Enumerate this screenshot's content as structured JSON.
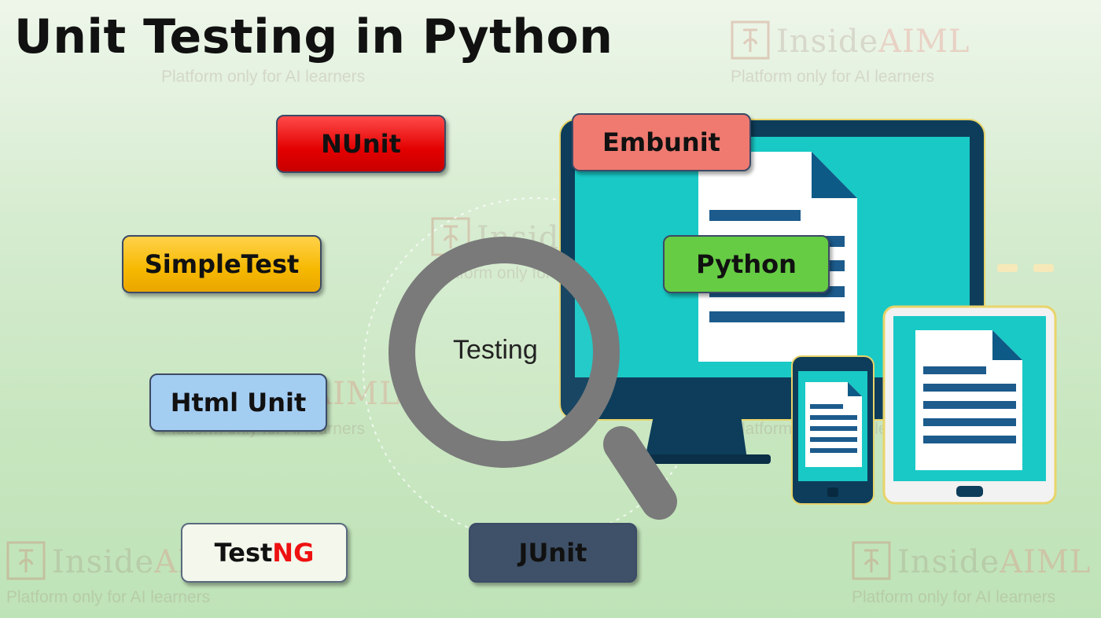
{
  "title": "Unit Testing in Python",
  "watermark": {
    "brand_inside": "Inside",
    "brand_aiml": "AIML",
    "tagline": "Platform only for AI learners"
  },
  "tools": {
    "nunit": "NUnit",
    "embunit": "Embunit",
    "simpletest": "SimpleTest",
    "python": "Python",
    "htmlunit": "Html Unit",
    "testng_prefix": "Test",
    "testng_suffix": "NG",
    "junit": "JUnit"
  },
  "center_label": "Testing",
  "colors": {
    "nunit": "#e30000",
    "embunit": "#f07a70",
    "simpletest": "#f6b800",
    "python": "#66cc44",
    "htmlunit": "#a4cdf2",
    "testng": "#f3f7ec",
    "testng_accent": "#ee1111",
    "junit": "#3e5168",
    "screen": "#19c9c6",
    "device_frame": "#0d3d5a",
    "magnifier": "#7a7a7a"
  },
  "icons": [
    "monitor-icon",
    "tablet-icon",
    "phone-icon",
    "document-icon",
    "magnifier-icon",
    "insideaiml-logo-icon"
  ]
}
